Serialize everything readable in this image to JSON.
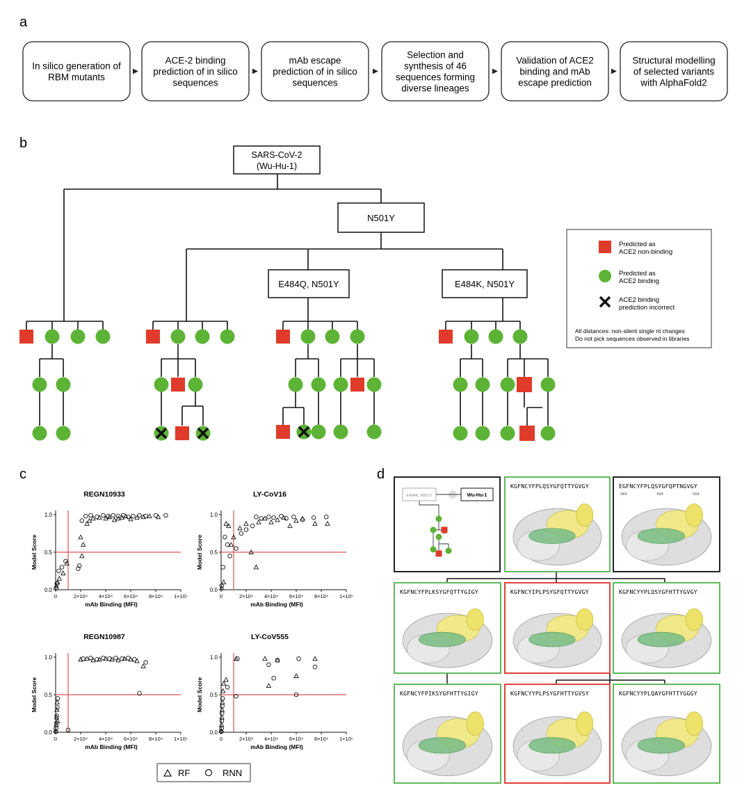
{
  "panels": {
    "a": "a",
    "b": "b",
    "c": "c",
    "d": "d"
  },
  "pipeline": [
    [
      "In silico generation of",
      "RBM mutants"
    ],
    [
      "ACE-2 binding",
      "prediction of in silico",
      "sequences"
    ],
    [
      "mAb escape",
      "prediction of in silico",
      "sequences"
    ],
    [
      "Selection and",
      "synthesis of 46",
      "sequences forming",
      "diverse lineages"
    ],
    [
      "Validation of ACE2",
      "binding and mAb",
      "escape prediction"
    ],
    [
      "Structural modelling",
      "of selected variants",
      "with AlphaFold2"
    ]
  ],
  "tree": {
    "root": [
      "SARS-CoV-2",
      "(Wu-Hu-1)"
    ],
    "n501y": "N501Y",
    "e484q": "E484Q, N501Y",
    "e484k": "E484K, N501Y"
  },
  "legend": {
    "nonbinding": [
      "Predicted as",
      "ACE2 non-binding"
    ],
    "binding": [
      "Predicted as",
      "ACE2 binding"
    ],
    "incorrect": [
      "ACE2 binding",
      "prediction incorrect"
    ],
    "notes": [
      "All distances: non-silent single nt changes",
      "Do not pick sequences observed in libraries"
    ]
  },
  "colors": {
    "red": "#e03b2a",
    "green": "#5db336",
    "threshold": "#d9534f",
    "green_frame": "#5fb85a",
    "red_frame": "#e0413a"
  },
  "chart_data": [
    {
      "type": "scatter",
      "title": "REGN10933",
      "xlabel": "mAb Binding (MFI)",
      "ylabel": "Model Score",
      "xlim": [
        0,
        100000
      ],
      "ylim": [
        0,
        1
      ],
      "xticks": [
        "0",
        "2×10⁴",
        "4×10⁴",
        "6×10⁴",
        "8×10⁴",
        "1×10⁵"
      ],
      "yticks": [
        "0.0",
        "0.5",
        "1.0"
      ],
      "threshold_x": 10000,
      "threshold_y": 0.5,
      "series": [
        {
          "name": "RF",
          "marker": "triangle",
          "points": [
            [
              500,
              0.05
            ],
            [
              1500,
              0.1
            ],
            [
              3000,
              0.15
            ],
            [
              6000,
              0.22
            ],
            [
              9000,
              0.35
            ],
            [
              20000,
              0.7
            ],
            [
              21000,
              0.45
            ],
            [
              22000,
              0.6
            ],
            [
              25000,
              0.88
            ],
            [
              27000,
              0.92
            ],
            [
              30000,
              0.95
            ],
            [
              35000,
              0.96
            ],
            [
              40000,
              0.95
            ],
            [
              43000,
              0.97
            ],
            [
              47000,
              0.93
            ],
            [
              50000,
              0.95
            ],
            [
              53000,
              0.96
            ],
            [
              56000,
              0.98
            ],
            [
              60000,
              0.94
            ],
            [
              65000,
              0.96
            ],
            [
              70000,
              0.97
            ],
            [
              75000,
              0.98
            ],
            [
              82000,
              0.97
            ]
          ]
        },
        {
          "name": "RNN",
          "marker": "circle",
          "points": [
            [
              300,
              0.02
            ],
            [
              1000,
              0.08
            ],
            [
              2500,
              0.25
            ],
            [
              5000,
              0.3
            ],
            [
              8000,
              0.38
            ],
            [
              18000,
              0.28
            ],
            [
              19000,
              0.32
            ],
            [
              21000,
              0.92
            ],
            [
              24000,
              0.98
            ],
            [
              28000,
              0.99
            ],
            [
              33000,
              0.97
            ],
            [
              38000,
              0.99
            ],
            [
              42000,
              0.98
            ],
            [
              46000,
              0.99
            ],
            [
              50000,
              0.98
            ],
            [
              54000,
              0.99
            ],
            [
              58000,
              0.97
            ],
            [
              62000,
              0.98
            ],
            [
              67000,
              0.99
            ],
            [
              72000,
              0.98
            ],
            [
              80000,
              0.99
            ],
            [
              88000,
              0.99
            ]
          ]
        }
      ]
    },
    {
      "type": "scatter",
      "title": "LY-CoV16",
      "xlabel": "mAb Binding (MFI)",
      "ylabel": "Model Score",
      "xlim": [
        0,
        100000
      ],
      "ylim": [
        0,
        1
      ],
      "xticks": [
        "0",
        "2×10⁴",
        "4×10⁴",
        "6×10⁴",
        "8×10⁴",
        "1×10⁵"
      ],
      "yticks": [
        "0.0",
        "0.5",
        "1.0"
      ],
      "threshold_x": 10000,
      "threshold_y": 0.5,
      "series": [
        {
          "name": "RF",
          "marker": "triangle",
          "points": [
            [
              500,
              0.02
            ],
            [
              2000,
              0.1
            ],
            [
              4000,
              0.88
            ],
            [
              6000,
              0.85
            ],
            [
              8000,
              0.6
            ],
            [
              10000,
              0.7
            ],
            [
              15000,
              0.82
            ],
            [
              20000,
              0.88
            ],
            [
              24000,
              0.5
            ],
            [
              28000,
              0.3
            ],
            [
              30000,
              0.9
            ],
            [
              35000,
              0.95
            ],
            [
              40000,
              0.9
            ],
            [
              45000,
              0.93
            ],
            [
              50000,
              0.96
            ],
            [
              55000,
              0.85
            ],
            [
              60000,
              0.92
            ],
            [
              65000,
              0.95
            ],
            [
              75000,
              0.88
            ],
            [
              85000,
              0.88
            ]
          ]
        },
        {
          "name": "RNN",
          "marker": "circle",
          "points": [
            [
              400,
              0.05
            ],
            [
              1500,
              0.3
            ],
            [
              3000,
              0.7
            ],
            [
              5000,
              0.6
            ],
            [
              7000,
              0.45
            ],
            [
              12000,
              0.55
            ],
            [
              16000,
              0.75
            ],
            [
              20000,
              0.8
            ],
            [
              25000,
              0.85
            ],
            [
              28000,
              0.97
            ],
            [
              32000,
              0.95
            ],
            [
              38000,
              0.97
            ],
            [
              42000,
              0.96
            ],
            [
              48000,
              0.98
            ],
            [
              52000,
              0.95
            ],
            [
              58000,
              0.97
            ],
            [
              65000,
              0.93
            ],
            [
              74000,
              0.96
            ],
            [
              84000,
              0.97
            ]
          ]
        }
      ]
    },
    {
      "type": "scatter",
      "title": "REGN10987",
      "xlabel": "mAb Binding (MFI)",
      "ylabel": "Model Score",
      "xlim": [
        0,
        100000
      ],
      "ylim": [
        0,
        1
      ],
      "xticks": [
        "0",
        "2×10⁴",
        "4×10⁴",
        "6×10⁴",
        "8×10⁴",
        "1×10⁵"
      ],
      "yticks": [
        "0.0",
        "0.5",
        "1.0"
      ],
      "threshold_x": 10000,
      "threshold_y": 0.5,
      "series": [
        {
          "name": "RF",
          "marker": "triangle",
          "points": [
            [
              200,
              0.02
            ],
            [
              500,
              0.1
            ],
            [
              800,
              0.2
            ],
            [
              1000,
              0.3
            ],
            [
              1200,
              0.4
            ],
            [
              1500,
              0.15
            ],
            [
              20000,
              0.97
            ],
            [
              25000,
              0.98
            ],
            [
              30000,
              0.96
            ],
            [
              35000,
              0.97
            ],
            [
              40000,
              0.98
            ],
            [
              45000,
              0.97
            ],
            [
              50000,
              0.96
            ],
            [
              55000,
              0.98
            ],
            [
              60000,
              0.97
            ],
            [
              65000,
              0.95
            ],
            [
              70000,
              0.88
            ]
          ]
        },
        {
          "name": "RNN",
          "marker": "circle",
          "points": [
            [
              100,
              0.01
            ],
            [
              300,
              0.05
            ],
            [
              600,
              0.12
            ],
            [
              900,
              0.22
            ],
            [
              1300,
              0.33
            ],
            [
              1700,
              0.45
            ],
            [
              10000,
              0.03
            ],
            [
              22000,
              0.98
            ],
            [
              28000,
              0.99
            ],
            [
              33000,
              0.97
            ],
            [
              38000,
              0.99
            ],
            [
              43000,
              0.98
            ],
            [
              48000,
              0.99
            ],
            [
              53000,
              0.98
            ],
            [
              58000,
              0.99
            ],
            [
              63000,
              0.97
            ],
            [
              67000,
              0.52
            ],
            [
              72000,
              0.93
            ]
          ]
        }
      ]
    },
    {
      "type": "scatter",
      "title": "LY-CoV555",
      "xlabel": "mAb Binding (MFI)",
      "ylabel": "Model Score",
      "xlim": [
        0,
        100000
      ],
      "ylim": [
        0,
        1
      ],
      "xticks": [
        "0",
        "2×10⁴",
        "4×10⁴",
        "6×10⁴",
        "8×10⁴",
        "1×10⁵"
      ],
      "yticks": [
        "0.0",
        "0.5",
        "1.0"
      ],
      "threshold_x": 10000,
      "threshold_y": 0.5,
      "series": [
        {
          "name": "RF",
          "marker": "triangle",
          "points": [
            [
              200,
              0.02
            ],
            [
              400,
              0.1
            ],
            [
              600,
              0.2
            ],
            [
              800,
              0.3
            ],
            [
              1000,
              0.4
            ],
            [
              1500,
              0.55
            ],
            [
              2000,
              0.65
            ],
            [
              4000,
              0.7
            ],
            [
              12000,
              0.98
            ],
            [
              35000,
              0.98
            ],
            [
              38000,
              0.62
            ],
            [
              45000,
              0.96
            ],
            [
              60000,
              0.75
            ],
            [
              75000,
              0.98
            ]
          ]
        },
        {
          "name": "RNN",
          "marker": "circle",
          "points": [
            [
              100,
              0.01
            ],
            [
              300,
              0.05
            ],
            [
              500,
              0.15
            ],
            [
              700,
              0.25
            ],
            [
              900,
              0.35
            ],
            [
              1200,
              0.45
            ],
            [
              5000,
              0.6
            ],
            [
              12000,
              0.48
            ],
            [
              13000,
              0.98
            ],
            [
              38000,
              0.9
            ],
            [
              42000,
              0.72
            ],
            [
              45000,
              0.96
            ],
            [
              60000,
              0.5
            ],
            [
              62000,
              0.98
            ],
            [
              75000,
              0.87
            ]
          ]
        }
      ]
    }
  ],
  "scatter_legend": {
    "rf": "RF",
    "rnn": "RNN"
  },
  "structures": {
    "tree_caption_left": "E484K, N501Y",
    "tree_caption_right": "Wu-Hu-1",
    "seq_top2": "KGFNCYFPLQSYGFQTTYGVGY",
    "seq_top3": "EGFNCYFPLQSYGFQPTNGVGY",
    "pos": [
      "484",
      "494",
      "504"
    ],
    "seq_mid1": "KGFNCYFPLKSYGFQTTYGIGY",
    "seq_mid2": "KGFNCYIPLPSYGFQTTYGVGY",
    "seq_mid3": "KGFNCYYPLQSYGFHTTYGVGY",
    "seq_bot1": "KGFNCYFPIKSYGFHTTYGIGY",
    "seq_bot2": "KGFNCYYPLPSYGFHTTYGVSY",
    "seq_bot3": "KGFNCYYPLQAYGFHTTYGGGY"
  }
}
